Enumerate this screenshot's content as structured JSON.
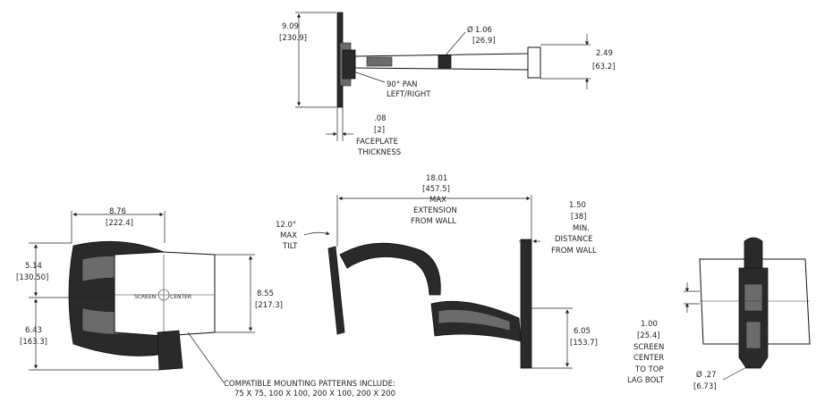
{
  "top_view": {
    "height": [
      "9.09",
      "[230.9]"
    ],
    "diameter": [
      "1.06",
      "[26.9]"
    ],
    "diameter_symbol": "Ø",
    "arm_height": [
      "2.49",
      "[63.2]"
    ],
    "pan": [
      "90° PAN",
      "LEFT/RIGHT"
    ],
    "faceplate": [
      ".08",
      "[2]",
      "FACEPLATE",
      "THICKNESS"
    ]
  },
  "front_view": {
    "width": [
      "8.76",
      "[222.4]"
    ],
    "upper": [
      "5.14",
      "[130.50]"
    ],
    "lower": [
      "6.43",
      "[163.3]"
    ],
    "plate_height": [
      "8.55",
      "[217.3]"
    ],
    "plate_label": [
      "SCREEN",
      "CENTER"
    ],
    "patterns": [
      "COMPATIBLE MOUNTING PATTERNS INCLUDE:",
      "75 X 75, 100 X 100, 200 X 100, 200 X 200"
    ]
  },
  "side_view": {
    "extension": [
      "18.01",
      "[457.5]",
      "MAX",
      "EXTENSION",
      "FROM WALL"
    ],
    "tilt": [
      "12.0°",
      "MAX",
      "TILT"
    ],
    "min_distance": [
      "1.50",
      "[38]",
      "MIN.",
      "DISTANCE",
      "FROM WALL"
    ],
    "bottom": [
      "6.05",
      "[153.7]"
    ]
  },
  "back_view": {
    "screen_center": [
      "1.00",
      "[25.4]",
      "SCREEN",
      "CENTER",
      "TO TOP",
      "LAG BOLT"
    ],
    "bolt_diameter": [
      ".27",
      "[6.73]"
    ],
    "diameter_symbol": "Ø"
  }
}
